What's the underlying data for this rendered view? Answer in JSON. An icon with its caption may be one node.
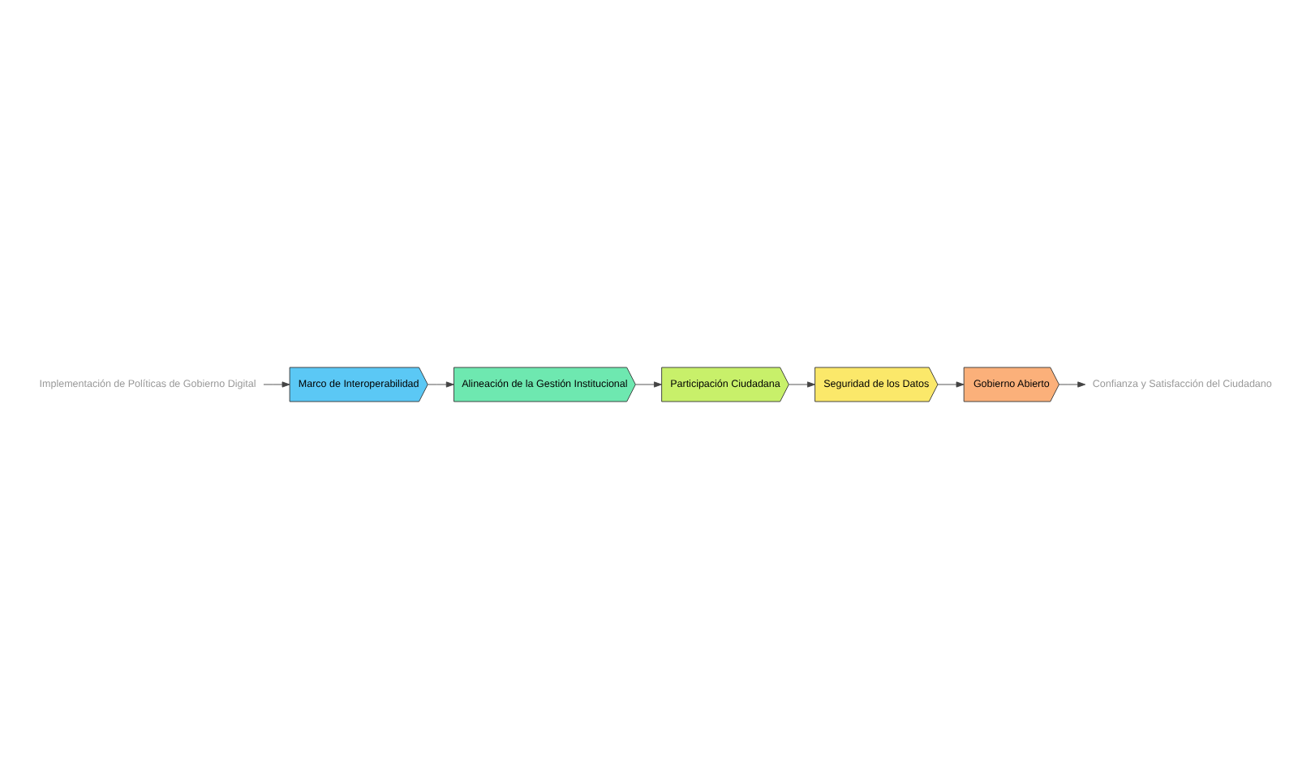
{
  "diagram": {
    "nodes": [
      {
        "text": [
          "Implementación de Políticas de Gobierno Digital"
        ]
      },
      {
        "text": [
          "Marco de Interoperabilidad"
        ]
      },
      {
        "text": [
          "Alineación de la Gestión Institucional"
        ]
      },
      {
        "text": [
          "Participación Ciudadana"
        ]
      },
      {
        "text": [
          "Seguridad de los Datos"
        ]
      },
      {
        "text": [
          "Gobierno Abierto"
        ]
      },
      {
        "text": [
          "Confianza y Satisfacción del Ciudadano"
        ]
      }
    ],
    "edges": [
      {
        "from": 0,
        "to": 1,
        "arrow": "to"
      },
      {
        "from": 1,
        "to": 2,
        "arrow": "to"
      },
      {
        "from": 2,
        "to": 3,
        "arrow": "to"
      },
      {
        "from": 3,
        "to": 4,
        "arrow": "to"
      },
      {
        "from": 4,
        "to": 5,
        "arrow": "to"
      },
      {
        "from": 5,
        "to": 6,
        "arrow": "to"
      }
    ]
  }
}
